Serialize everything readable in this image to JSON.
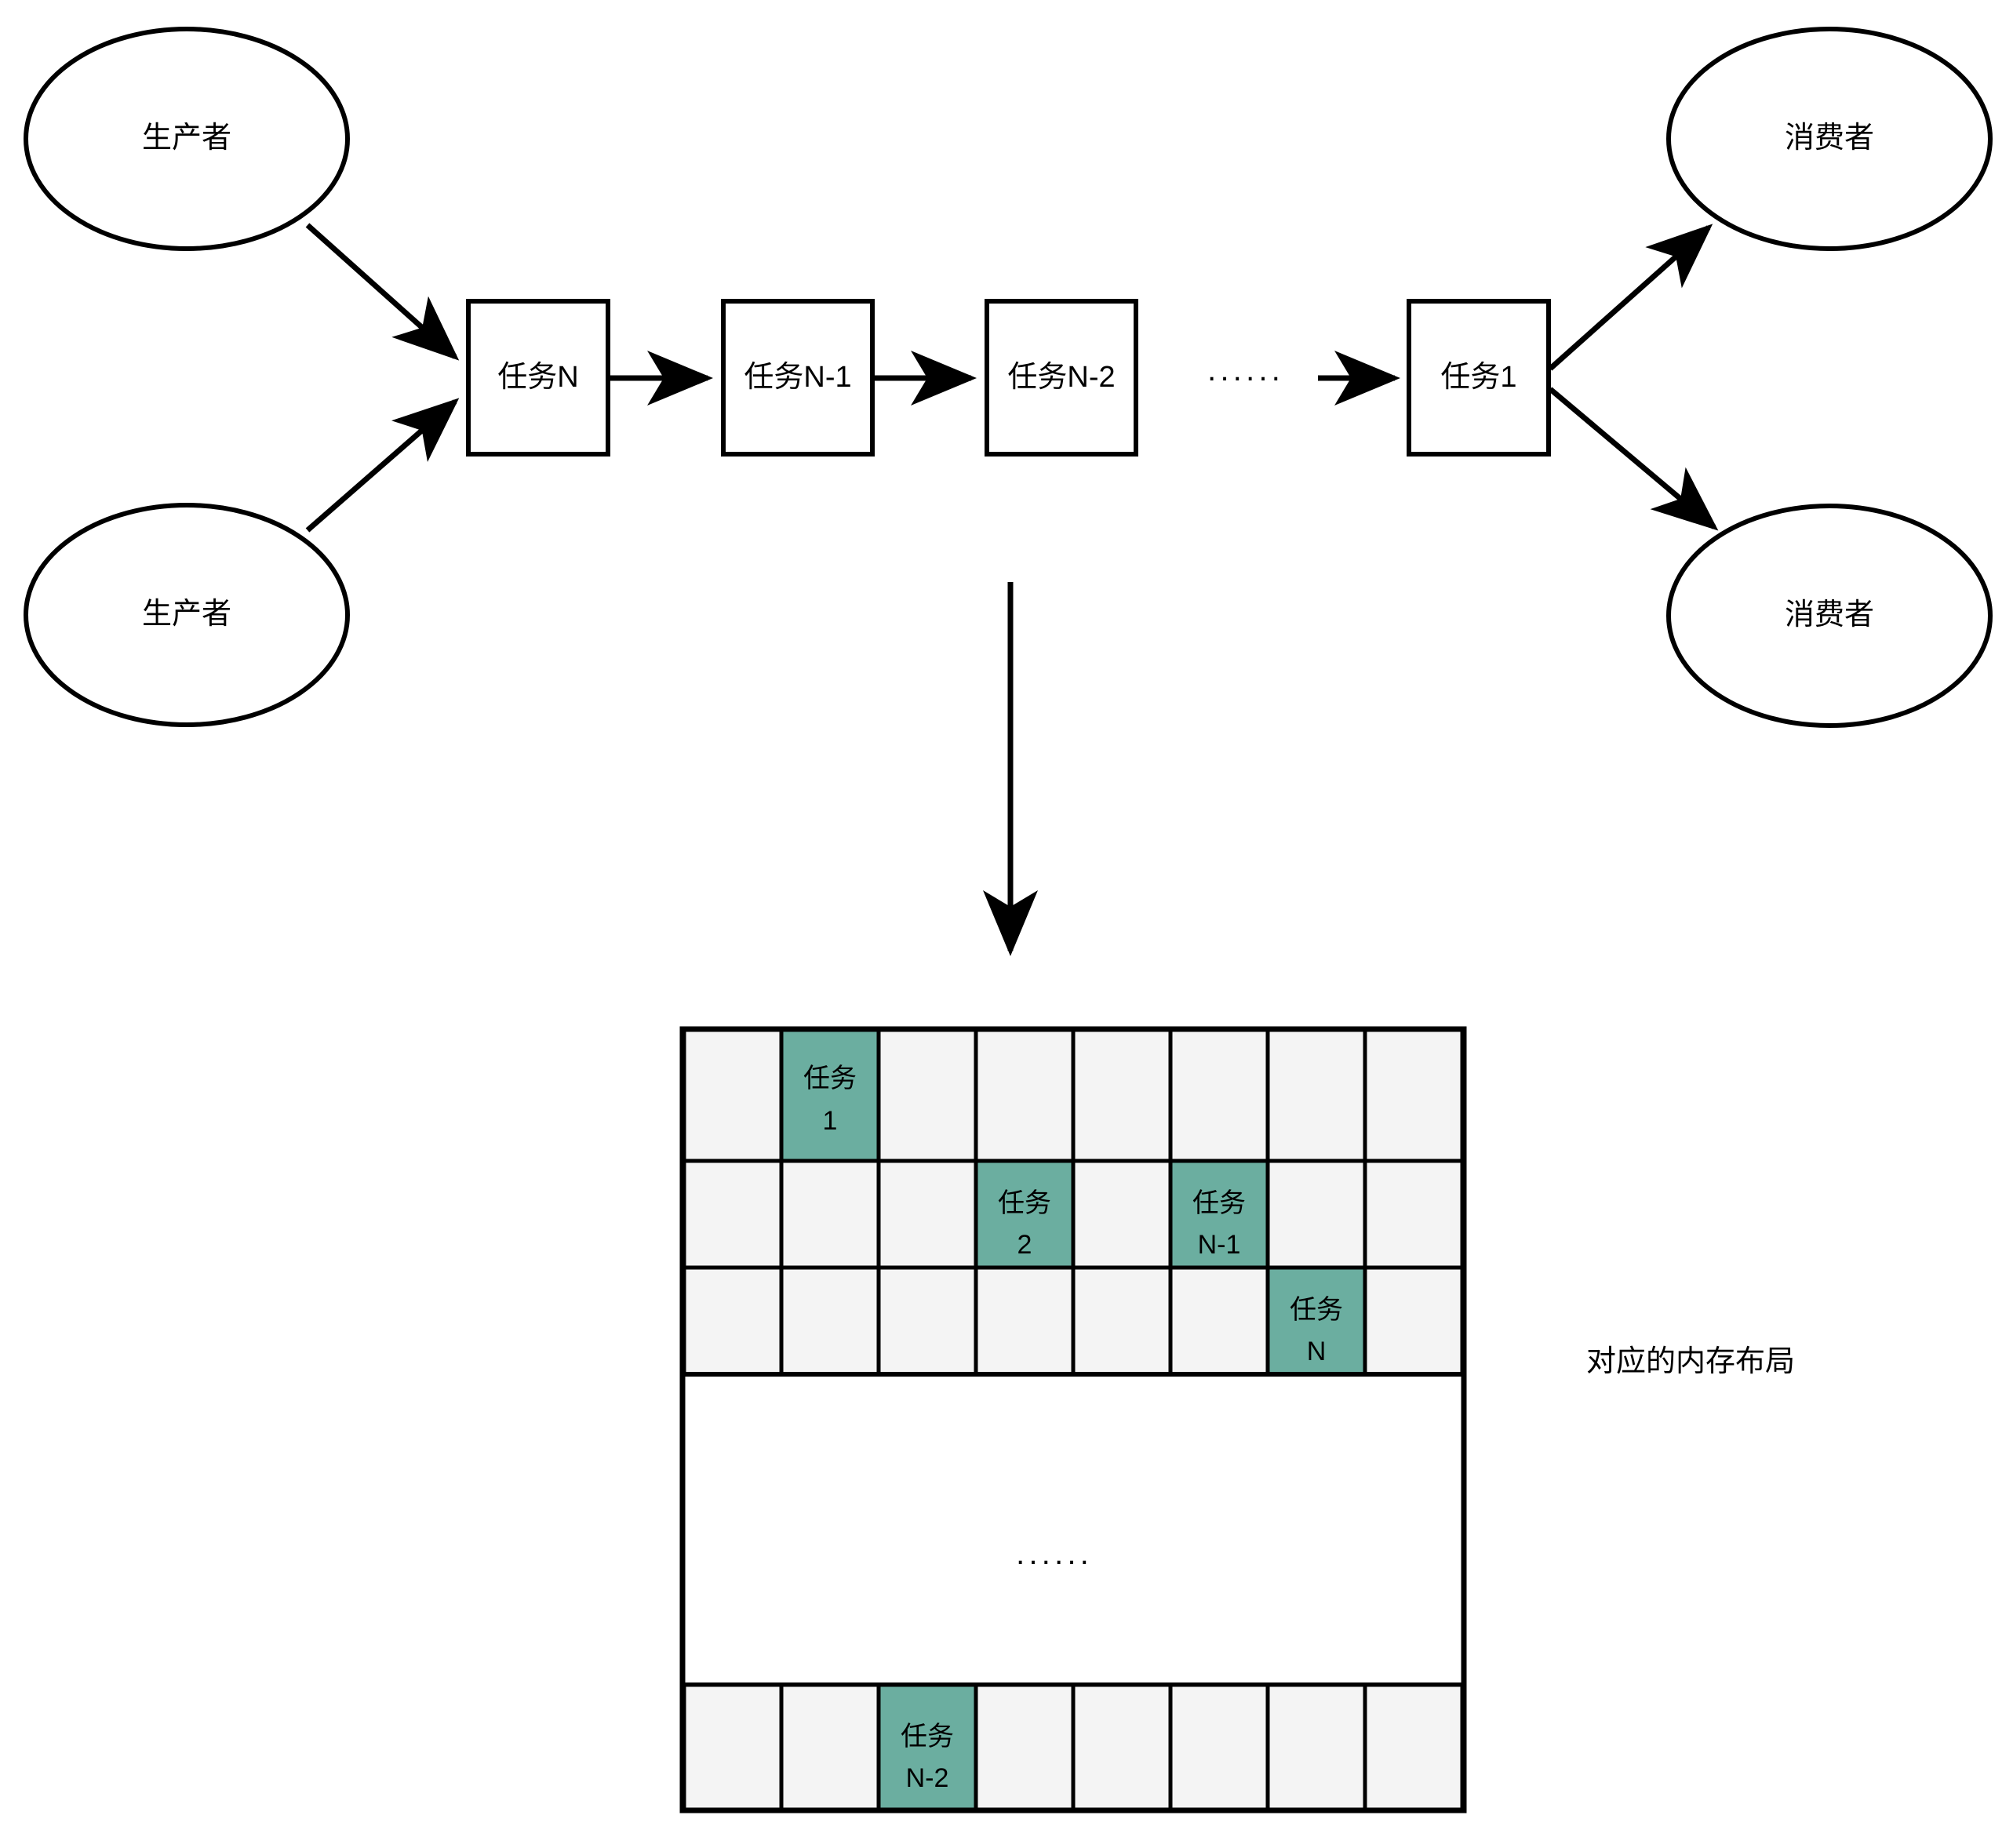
{
  "diagram": {
    "title_caption": "对应的内存布局",
    "colors": {
      "task_fill": "#6BAEA0",
      "cell_fill": "#f4f4f4",
      "stroke": "#000000",
      "background": "#ffffff"
    },
    "flow": {
      "producers": [
        {
          "label": "生产者"
        },
        {
          "label": "生产者"
        }
      ],
      "tasks": [
        {
          "label": "任务N"
        },
        {
          "label": "任务N-1"
        },
        {
          "label": "任务N-2"
        },
        {
          "label": "任务1"
        }
      ],
      "ellipsis": "······",
      "consumers": [
        {
          "label": "消费者"
        },
        {
          "label": "消费者"
        }
      ]
    },
    "memory_layout": {
      "ellipsis": "······",
      "columns": 8,
      "rows": [
        {
          "cells": [
            {
              "label": "",
              "highlight": false
            },
            {
              "label": "任务\n1",
              "line1": "任务",
              "line2": "1",
              "highlight": true
            },
            {
              "label": "",
              "highlight": false
            },
            {
              "label": "",
              "highlight": false
            },
            {
              "label": "",
              "highlight": false
            },
            {
              "label": "",
              "highlight": false
            },
            {
              "label": "",
              "highlight": false
            },
            {
              "label": "",
              "highlight": false
            }
          ]
        },
        {
          "cells": [
            {
              "label": "",
              "highlight": false
            },
            {
              "label": "",
              "highlight": false
            },
            {
              "label": "",
              "highlight": false
            },
            {
              "label": "任务\n2",
              "line1": "任务",
              "line2": "2",
              "highlight": true
            },
            {
              "label": "",
              "highlight": false
            },
            {
              "label": "任务\nN-1",
              "line1": "任务",
              "line2": "N-1",
              "highlight": true
            },
            {
              "label": "",
              "highlight": false
            },
            {
              "label": "",
              "highlight": false
            }
          ]
        },
        {
          "cells": [
            {
              "label": "",
              "highlight": false
            },
            {
              "label": "",
              "highlight": false
            },
            {
              "label": "",
              "highlight": false
            },
            {
              "label": "",
              "highlight": false
            },
            {
              "label": "",
              "highlight": false
            },
            {
              "label": "",
              "highlight": false
            },
            {
              "label": "任务\nN",
              "line1": "任务",
              "line2": "N",
              "highlight": true
            },
            {
              "label": "",
              "highlight": false
            }
          ]
        },
        {
          "cells": [
            {
              "label": "",
              "highlight": false
            },
            {
              "label": "",
              "highlight": false
            },
            {
              "label": "任务\nN-2",
              "line1": "任务",
              "line2": "N-2",
              "highlight": true
            },
            {
              "label": "",
              "highlight": false
            },
            {
              "label": "",
              "highlight": false
            },
            {
              "label": "",
              "highlight": false
            },
            {
              "label": "",
              "highlight": false
            },
            {
              "label": "",
              "highlight": false
            }
          ]
        }
      ]
    }
  }
}
